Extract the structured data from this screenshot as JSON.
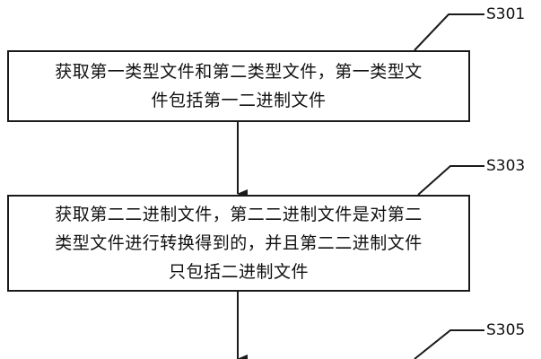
{
  "steps": [
    {
      "label": "S301",
      "lines": [
        "获取第一类型文件和第二类型文件，第一类型文",
        "件包括第一二进制文件"
      ]
    },
    {
      "label": "S303",
      "lines": [
        "获取第二二进制文件，第二二进制文件是对第二",
        "类型文件进行转换得到的，并且第二二进制文件",
        "只包括二进制文件"
      ]
    },
    {
      "label": "S305"
    }
  ]
}
